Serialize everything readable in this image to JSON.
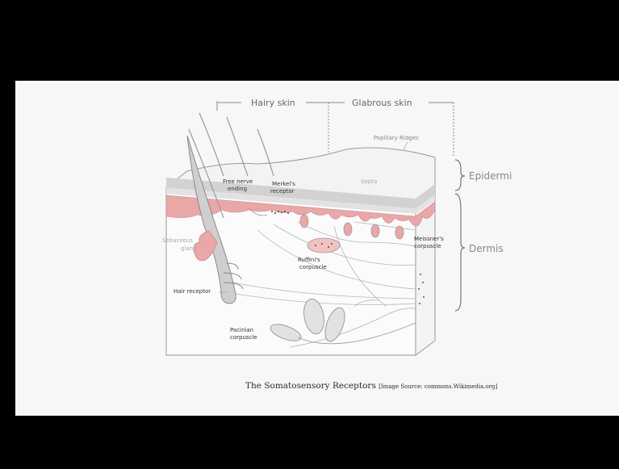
{
  "labels": {
    "hairy_skin": "Hairy skin",
    "glabrous_skin": "Glabrous skin",
    "papillary_ridges": "Papillary Ridges",
    "epidermis": "Epidermi",
    "dermis": "Dermis",
    "free_nerve_ending": [
      "Free nerve",
      "ending"
    ],
    "merkels_receptor": [
      "Merkel's",
      "receptor"
    ],
    "septa": "Septa",
    "sebaceous_gland": [
      "Sebaceous",
      "gland"
    ],
    "meissners_corpuscle": [
      "Meissner's",
      "corpuscle"
    ],
    "ruffinis_corpuscle": [
      "Ruffini's",
      "corpuscle"
    ],
    "hair_receptor": "Hair receptor",
    "pacinian_corpuscle": [
      "Pacinian",
      "corpuscle"
    ]
  },
  "caption": {
    "title": "The Somatosensory Receptors",
    "source": "[Image Source: commons.Wikimedia.org]"
  },
  "colors": {
    "dermis_pink": "#eaa7a7",
    "epidermis_gray": "#cfcfcf",
    "line_gray": "#8a8a8a",
    "text_gray": "#777777"
  }
}
